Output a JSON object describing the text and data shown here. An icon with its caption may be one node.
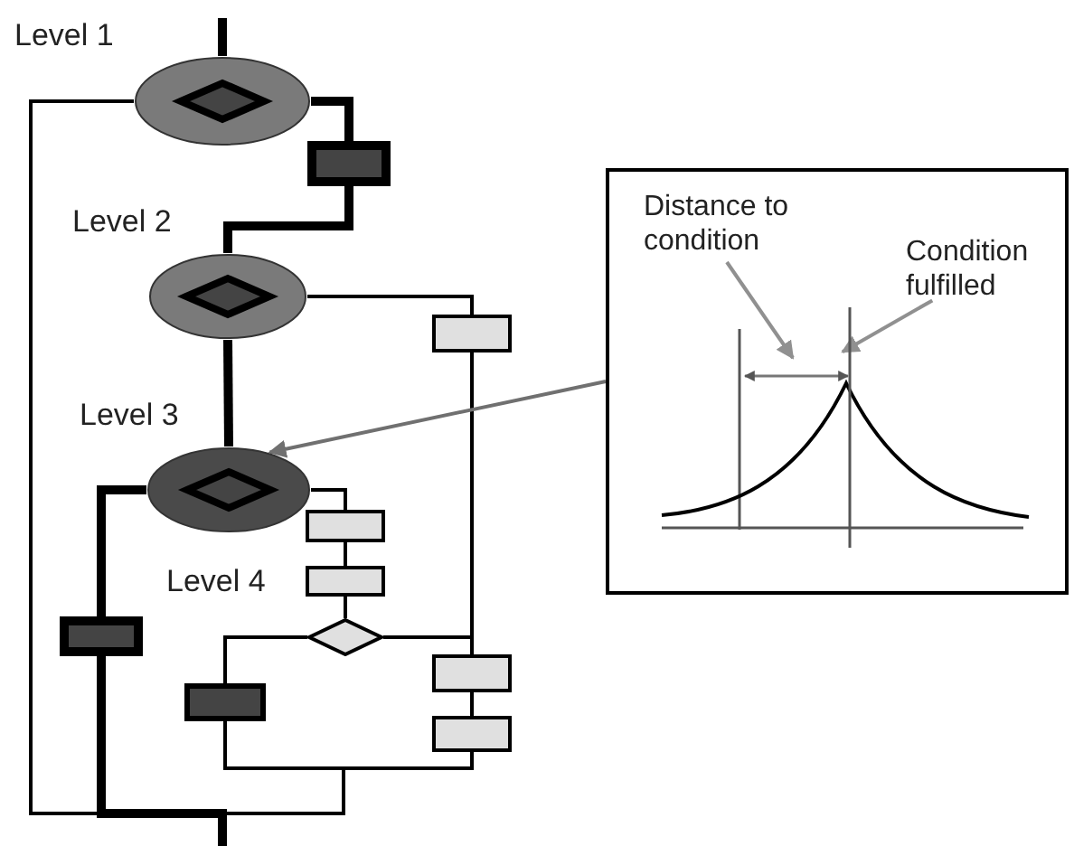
{
  "diagram": {
    "nodes": [
      {
        "text": [],
        "shape": "ellipse",
        "beside": [
          "Level 1"
        ]
      },
      {
        "text": [],
        "shape": "box"
      },
      {
        "text": [],
        "shape": "ellipse",
        "beside": [
          "Level 2"
        ]
      },
      {
        "text": [],
        "shape": "box"
      },
      {
        "text": [],
        "shape": "ellipse",
        "beside": [
          "Level 3"
        ]
      },
      {
        "text": [],
        "shape": "box"
      },
      {
        "text": [],
        "shape": "box"
      },
      {
        "text": [],
        "shape": "diamond",
        "beside": [
          "Level 4"
        ]
      },
      {
        "text": [],
        "shape": "box"
      },
      {
        "text": [],
        "shape": "box"
      },
      {
        "text": [],
        "shape": "box"
      },
      {
        "text": [],
        "shape": "box"
      },
      {
        "text": [],
        "shape": "box"
      },
      {
        "text": [
          "Distance to condition"
        ],
        "in": 12
      },
      {
        "text": [
          "Condition fulfilled"
        ],
        "in": 12
      },
      {
        "text": [],
        "shape": "arrow",
        "in": 12
      },
      {
        "text": [],
        "shape": "line",
        "in": 12
      }
    ],
    "edges": [
      {
        "from": null,
        "to": 0,
        "arrow": "none",
        "style": "thick"
      },
      {
        "from": 0,
        "to": 1,
        "arrow": "none",
        "style": "thick"
      },
      {
        "from": 1,
        "to": 2,
        "arrow": "none",
        "style": "thick"
      },
      {
        "from": 0,
        "to": null,
        "arrow": "none"
      },
      {
        "from": 2,
        "to": 4,
        "arrow": "none",
        "style": "thick"
      },
      {
        "from": 2,
        "to": 3,
        "arrow": "none"
      },
      {
        "from": 3,
        "to": 9,
        "arrow": "none"
      },
      {
        "from": 4,
        "to": 5,
        "arrow": "none"
      },
      {
        "from": 5,
        "to": 6,
        "arrow": "none"
      },
      {
        "from": 6,
        "to": 7,
        "arrow": "none"
      },
      {
        "from": 7,
        "to": 8,
        "arrow": "none"
      },
      {
        "from": 7,
        "to": 9,
        "arrow": "none"
      },
      {
        "from": 9,
        "to": 10,
        "arrow": "none"
      },
      {
        "from": 4,
        "to": 11,
        "arrow": "none",
        "style": "thick"
      },
      {
        "from": 11,
        "to": null,
        "arrow": "none",
        "style": "thick"
      },
      {
        "from": 8,
        "to": null,
        "arrow": "none"
      },
      {
        "from": 10,
        "to": null,
        "arrow": "none"
      },
      {
        "from": 12,
        "to": 4,
        "arrow": "to",
        "color": "#707070"
      },
      {
        "from": 13,
        "to": 15,
        "arrow": "to",
        "color": "#909090"
      },
      {
        "from": 14,
        "to": 16,
        "arrow": "to",
        "color": "#909090"
      }
    ]
  }
}
